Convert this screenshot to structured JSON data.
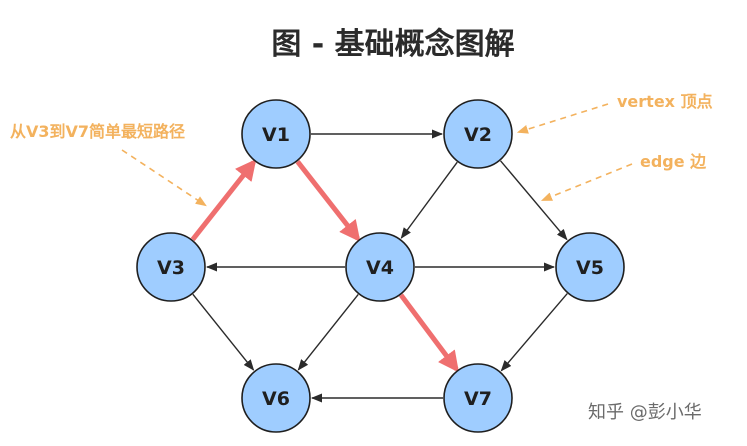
{
  "title": "图 - 基础概念图解",
  "colors": {
    "node_fill": "#9fcdff",
    "edge": "#2b2b2b",
    "shortest_path": "#ef6f6f",
    "annotation": "#f3b25e"
  },
  "nodes": [
    {
      "id": "V1",
      "label": "V1"
    },
    {
      "id": "V2",
      "label": "V2"
    },
    {
      "id": "V3",
      "label": "V3"
    },
    {
      "id": "V4",
      "label": "V4"
    },
    {
      "id": "V5",
      "label": "V5"
    },
    {
      "id": "V6",
      "label": "V6"
    },
    {
      "id": "V7",
      "label": "V7"
    }
  ],
  "edges": [
    {
      "from": "V1",
      "to": "V2",
      "highlight": false
    },
    {
      "from": "V2",
      "to": "V4",
      "highlight": false
    },
    {
      "from": "V2",
      "to": "V5",
      "highlight": false
    },
    {
      "from": "V4",
      "to": "V3",
      "highlight": false
    },
    {
      "from": "V4",
      "to": "V5",
      "highlight": false
    },
    {
      "from": "V4",
      "to": "V6",
      "highlight": false
    },
    {
      "from": "V3",
      "to": "V6",
      "highlight": false
    },
    {
      "from": "V5",
      "to": "V7",
      "highlight": false
    },
    {
      "from": "V7",
      "to": "V6",
      "highlight": false
    },
    {
      "from": "V3",
      "to": "V1",
      "highlight": true
    },
    {
      "from": "V1",
      "to": "V4",
      "highlight": true
    },
    {
      "from": "V4",
      "to": "V7",
      "highlight": true
    }
  ],
  "annotations": {
    "path_label": "从V3到V7简单最短路径",
    "vertex_label": "vertex 顶点",
    "edge_label": "edge 边"
  },
  "watermark": "知乎 @彭小华"
}
